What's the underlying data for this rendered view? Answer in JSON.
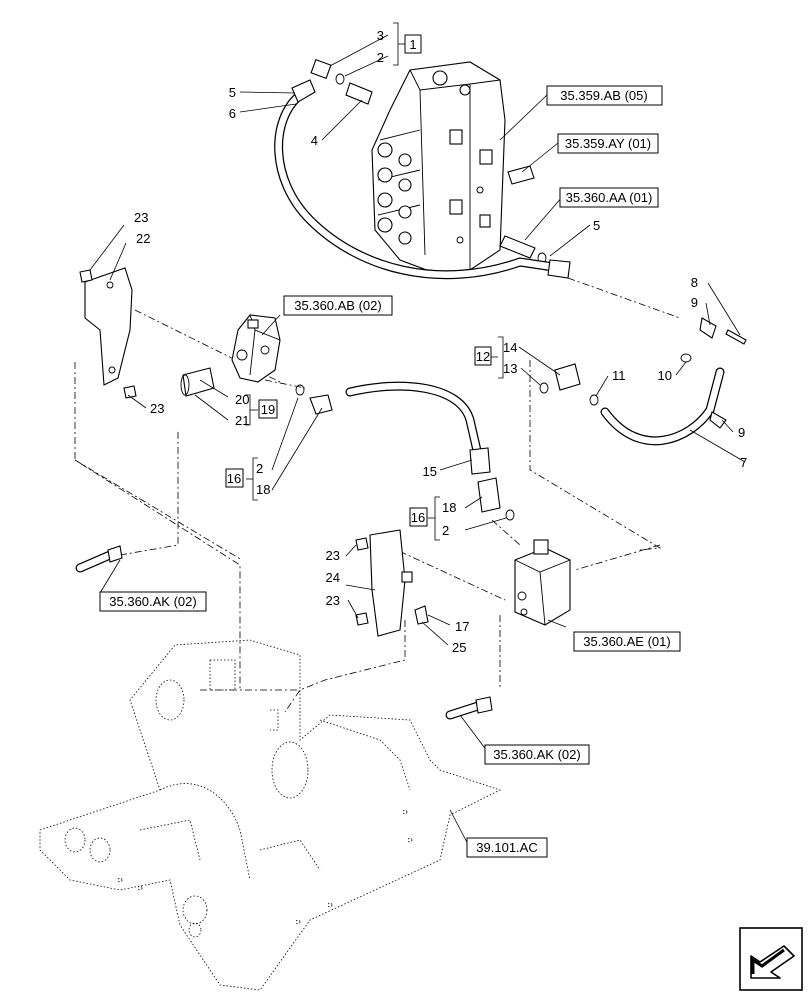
{
  "parts": {
    "n1": "1",
    "n2a": "2",
    "n3": "3",
    "n4": "4",
    "n5a": "5",
    "n6": "6",
    "n5b": "5",
    "n7": "7",
    "n8": "8",
    "n9a": "9",
    "n9b": "9",
    "n10": "10",
    "n11": "11",
    "n12": "12",
    "n13": "13",
    "n14": "14",
    "n15": "15",
    "n16a": "16",
    "n2b": "2",
    "n18a": "18",
    "n16b": "16",
    "n18b": "18",
    "n2c": "2",
    "n17": "17",
    "n19": "19",
    "n20": "20",
    "n21": "21",
    "n22": "22",
    "n23a": "23",
    "n23b": "23",
    "n23c": "23",
    "n23d": "23",
    "n24": "24",
    "n25": "25"
  },
  "refs": {
    "r1": "35.359.AB (05)",
    "r2": "35.359.AY (01)",
    "r3": "35.360.AA (01)",
    "r4": "35.360.AB (02)",
    "r5": "35.360.AK (02)",
    "r6": "35.360.AE (01)",
    "r7": "35.360.AK (02)",
    "r8": "39.101.AC"
  },
  "icons": {
    "nav": "arrow-nav-icon"
  }
}
